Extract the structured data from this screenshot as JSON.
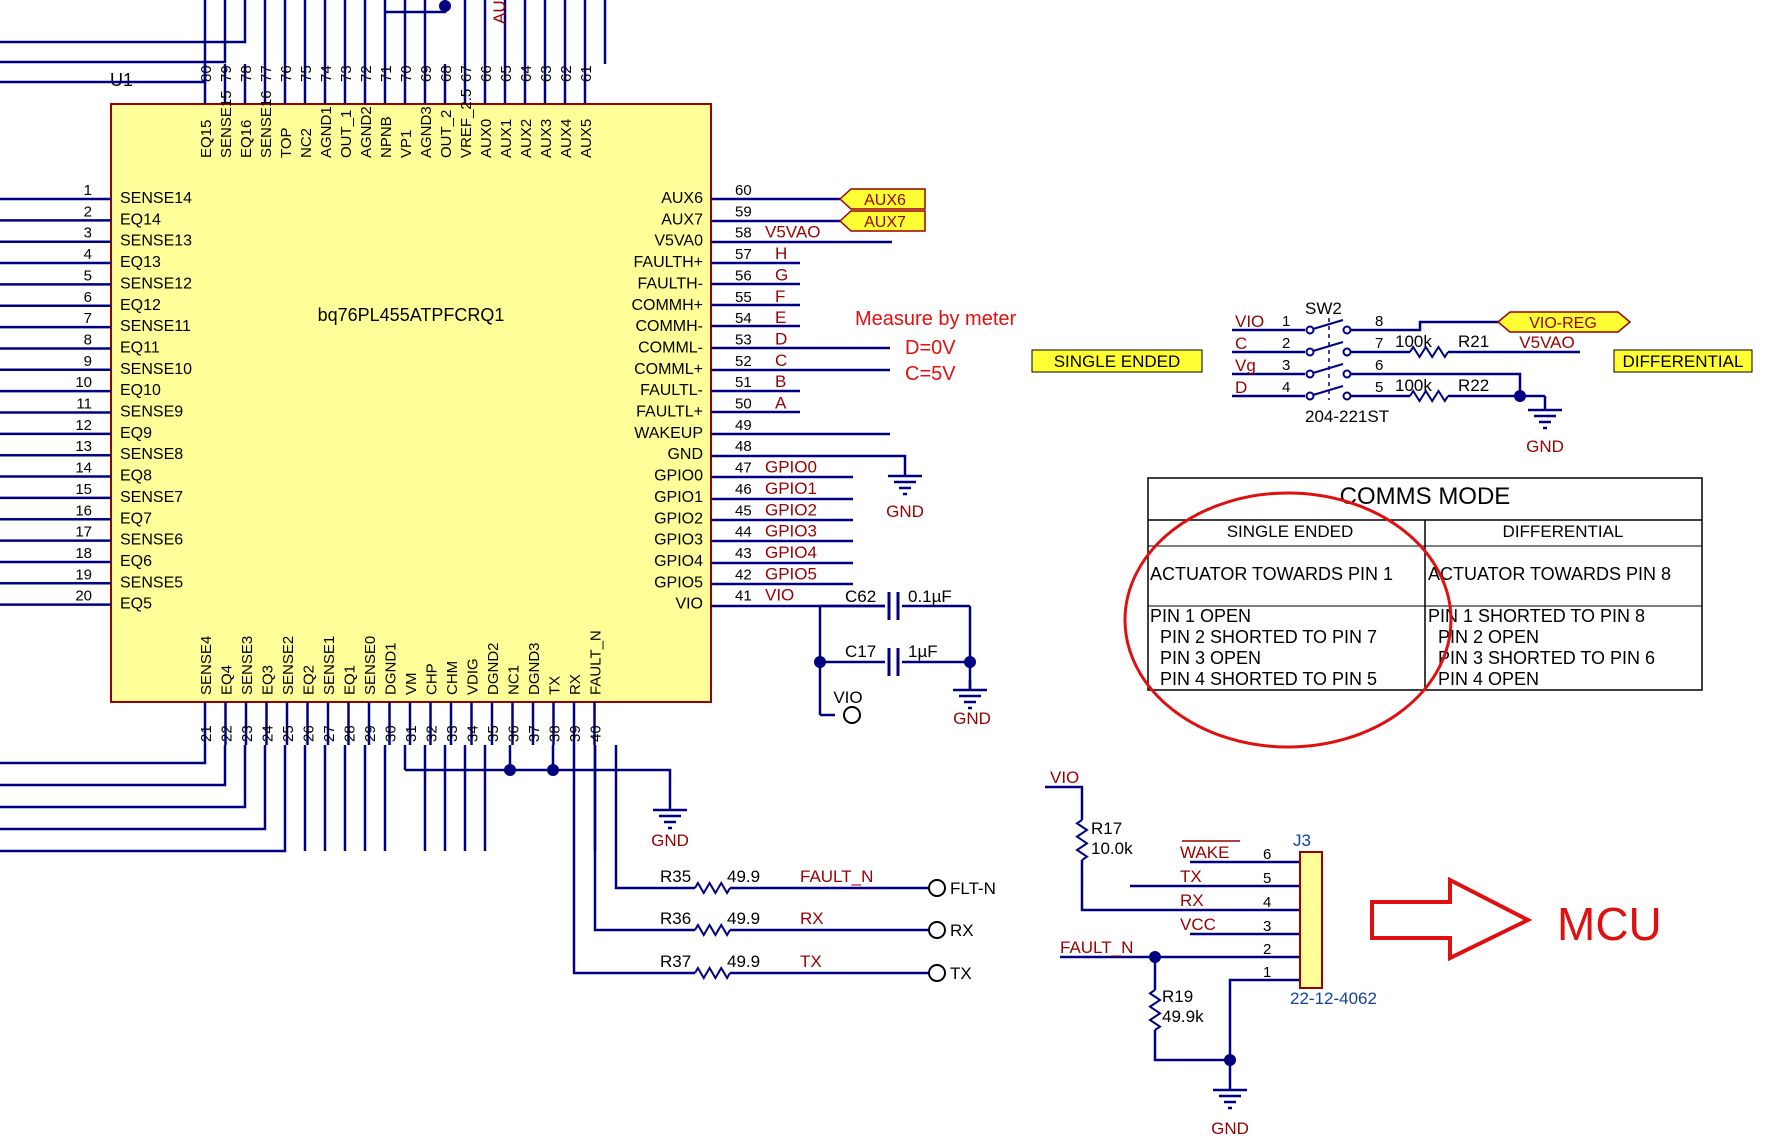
{
  "chip": {
    "ref": "U1",
    "part": "bq76PL455ATPFCRQ1",
    "top_pins": [
      {
        "num": "80",
        "name": "EQ15"
      },
      {
        "num": "79",
        "name": "SENSE15"
      },
      {
        "num": "78",
        "name": "EQ16"
      },
      {
        "num": "77",
        "name": "SENSE16"
      },
      {
        "num": "76",
        "name": "TOP"
      },
      {
        "num": "75",
        "name": "NC2"
      },
      {
        "num": "74",
        "name": "AGND1"
      },
      {
        "num": "73",
        "name": "OUT_1"
      },
      {
        "num": "72",
        "name": "AGND2"
      },
      {
        "num": "71",
        "name": "NPNB"
      },
      {
        "num": "70",
        "name": "VP1"
      },
      {
        "num": "69",
        "name": "AGND3"
      },
      {
        "num": "68",
        "name": "OUT_2"
      },
      {
        "num": "67",
        "name": "VREF_2.5"
      },
      {
        "num": "66",
        "name": "AUX0"
      },
      {
        "num": "65",
        "name": "AUX1"
      },
      {
        "num": "64",
        "name": "AUX2"
      },
      {
        "num": "63",
        "name": "AUX3"
      },
      {
        "num": "62",
        "name": "AUX4"
      },
      {
        "num": "61",
        "name": "AUX5"
      }
    ],
    "left_pins": [
      {
        "num": "1",
        "name": "SENSE14"
      },
      {
        "num": "2",
        "name": "EQ14"
      },
      {
        "num": "3",
        "name": "SENSE13"
      },
      {
        "num": "4",
        "name": "EQ13"
      },
      {
        "num": "5",
        "name": "SENSE12"
      },
      {
        "num": "6",
        "name": "EQ12"
      },
      {
        "num": "7",
        "name": "SENSE11"
      },
      {
        "num": "8",
        "name": "EQ11"
      },
      {
        "num": "9",
        "name": "SENSE10"
      },
      {
        "num": "10",
        "name": "EQ10"
      },
      {
        "num": "11",
        "name": "SENSE9"
      },
      {
        "num": "12",
        "name": "EQ9"
      },
      {
        "num": "13",
        "name": "SENSE8"
      },
      {
        "num": "14",
        "name": "EQ8"
      },
      {
        "num": "15",
        "name": "SENSE7"
      },
      {
        "num": "16",
        "name": "EQ7"
      },
      {
        "num": "17",
        "name": "SENSE6"
      },
      {
        "num": "18",
        "name": "EQ6"
      },
      {
        "num": "19",
        "name": "SENSE5"
      },
      {
        "num": "20",
        "name": "EQ5"
      }
    ],
    "right_pins": [
      {
        "num": "60",
        "name": "AUX6",
        "net": ""
      },
      {
        "num": "59",
        "name": "AUX7",
        "net": ""
      },
      {
        "num": "58",
        "name": "V5VA0",
        "net": "V5VAO"
      },
      {
        "num": "57",
        "name": "FAULTH+",
        "net": "H"
      },
      {
        "num": "56",
        "name": "FAULTH-",
        "net": "G"
      },
      {
        "num": "55",
        "name": "COMMH+",
        "net": "F"
      },
      {
        "num": "54",
        "name": "COMMH-",
        "net": "E"
      },
      {
        "num": "53",
        "name": "COMML-",
        "net": "D"
      },
      {
        "num": "52",
        "name": "COMML+",
        "net": "C"
      },
      {
        "num": "51",
        "name": "FAULTL-",
        "net": "B"
      },
      {
        "num": "50",
        "name": "FAULTL+",
        "net": "A"
      },
      {
        "num": "49",
        "name": "WAKEUP",
        "net": ""
      },
      {
        "num": "48",
        "name": "GND",
        "net": ""
      },
      {
        "num": "47",
        "name": "GPIO0",
        "net": "GPIO0"
      },
      {
        "num": "46",
        "name": "GPIO1",
        "net": "GPIO1"
      },
      {
        "num": "45",
        "name": "GPIO2",
        "net": "GPIO2"
      },
      {
        "num": "44",
        "name": "GPIO3",
        "net": "GPIO3"
      },
      {
        "num": "43",
        "name": "GPIO4",
        "net": "GPIO4"
      },
      {
        "num": "42",
        "name": "GPIO5",
        "net": "GPIO5"
      },
      {
        "num": "41",
        "name": "VIO",
        "net": "VIO"
      }
    ],
    "bottom_pins": [
      {
        "num": "21",
        "name": "SENSE4"
      },
      {
        "num": "22",
        "name": "EQ4"
      },
      {
        "num": "23",
        "name": "SENSE3"
      },
      {
        "num": "24",
        "name": "EQ3"
      },
      {
        "num": "25",
        "name": "SENSE2"
      },
      {
        "num": "26",
        "name": "EQ2"
      },
      {
        "num": "27",
        "name": "SENSE1"
      },
      {
        "num": "28",
        "name": "EQ1"
      },
      {
        "num": "29",
        "name": "SENSE0"
      },
      {
        "num": "30",
        "name": "DGND1"
      },
      {
        "num": "31",
        "name": "VM"
      },
      {
        "num": "32",
        "name": "CHP"
      },
      {
        "num": "33",
        "name": "CHM"
      },
      {
        "num": "34",
        "name": "VDIG"
      },
      {
        "num": "35",
        "name": "DGND2"
      },
      {
        "num": "36",
        "name": "NC1"
      },
      {
        "num": "37",
        "name": "DGND3"
      },
      {
        "num": "38",
        "name": "TX"
      },
      {
        "num": "39",
        "name": "RX"
      },
      {
        "num": "40",
        "name": "FAULT_N"
      }
    ]
  },
  "labels": {
    "top_net_fragment": "AUX",
    "aux6_tag": "AUX6",
    "aux7_tag": "AUX7",
    "gnd": "GND",
    "vio": "VIO"
  },
  "annotation": {
    "measure": "Measure by meter",
    "d_value": "D=0V",
    "c_value": "C=5V",
    "mcu": "MCU"
  },
  "capacitors": [
    {
      "ref": "C62",
      "value": "0.1µF"
    },
    {
      "ref": "C17",
      "value": "1µF"
    }
  ],
  "uart_resistors": [
    {
      "ref": "R35",
      "value": "49.9",
      "net": "FAULT_N",
      "port": "FLT-N"
    },
    {
      "ref": "R36",
      "value": "49.9",
      "net": "RX",
      "port": "RX"
    },
    {
      "ref": "R37",
      "value": "49.9",
      "net": "TX",
      "port": "TX"
    }
  ],
  "switch": {
    "ref": "SW2",
    "part": "204-221ST",
    "left_nets": [
      "VIO",
      "C",
      "Vg",
      "D"
    ],
    "left_pins": [
      "1",
      "2",
      "3",
      "4"
    ],
    "right_pins": [
      "8",
      "7",
      "6",
      "5"
    ],
    "vio_reg": "VIO-REG",
    "v5vao": "V5VAO",
    "r21_ref": "R21",
    "r21_val": "100k",
    "r22_ref": "R22",
    "r22_val": "100k"
  },
  "mode_tags": {
    "single": "SINGLE ENDED",
    "diff": "DIFFERENTIAL"
  },
  "comms_table": {
    "title": "COMMS MODE",
    "col_single": "SINGLE ENDED",
    "col_diff": "DIFFERENTIAL",
    "act_single": "ACTUATOR TOWARDS PIN 1",
    "act_diff": "ACTUATOR TOWARDS PIN 8",
    "single_rows": [
      "PIN 1 OPEN",
      "PIN 2 SHORTED TO PIN 7",
      "PIN 3 OPEN",
      "PIN 4 SHORTED TO PIN 5"
    ],
    "diff_rows": [
      "PIN 1 SHORTED TO PIN 8",
      "PIN 2 OPEN",
      "PIN 3 SHORTED TO PIN 6",
      "PIN 4 OPEN"
    ]
  },
  "connector": {
    "ref": "J3",
    "part": "22-12-4062",
    "pins": [
      {
        "num": "6",
        "net": "WAKE"
      },
      {
        "num": "5",
        "net": "TX"
      },
      {
        "num": "4",
        "net": "RX"
      },
      {
        "num": "3",
        "net": "VCC"
      },
      {
        "num": "2",
        "net": "FAULT_N"
      },
      {
        "num": "1",
        "net": ""
      }
    ],
    "r17_ref": "R17",
    "r17_val": "10.0k",
    "r19_ref": "R19",
    "r19_val": "49.9k"
  },
  "colors": {
    "wire": "#000080",
    "chip_fill": "#ffff99",
    "chip_border": "#990000",
    "net_text": "#990000",
    "annotation_red": "#e01010",
    "connector_blue": "#1040a0",
    "tag_fill": "#ffff33"
  }
}
